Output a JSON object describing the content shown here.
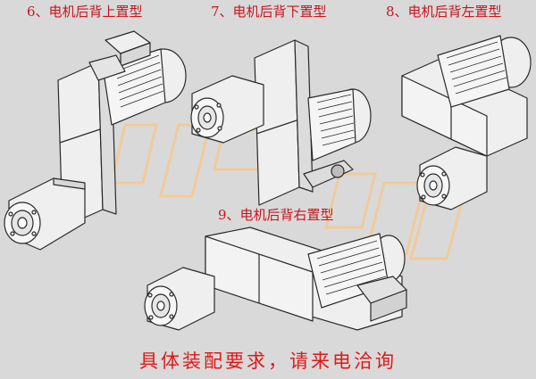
{
  "captions": {
    "pos6": "6、电机后背上置型",
    "pos7": "7、电机后背下置型",
    "pos8": "8、电机后背左置型",
    "pos9": "9、电机后背右置型"
  },
  "footer": "具体装配要求，请来电洽询",
  "colors": {
    "background": "#d9d9d9",
    "caption": "#c8141e",
    "footer": "#e01818",
    "line": "#2a2a2a",
    "body_fill": "#efefef",
    "watermark": "#f4c990"
  }
}
